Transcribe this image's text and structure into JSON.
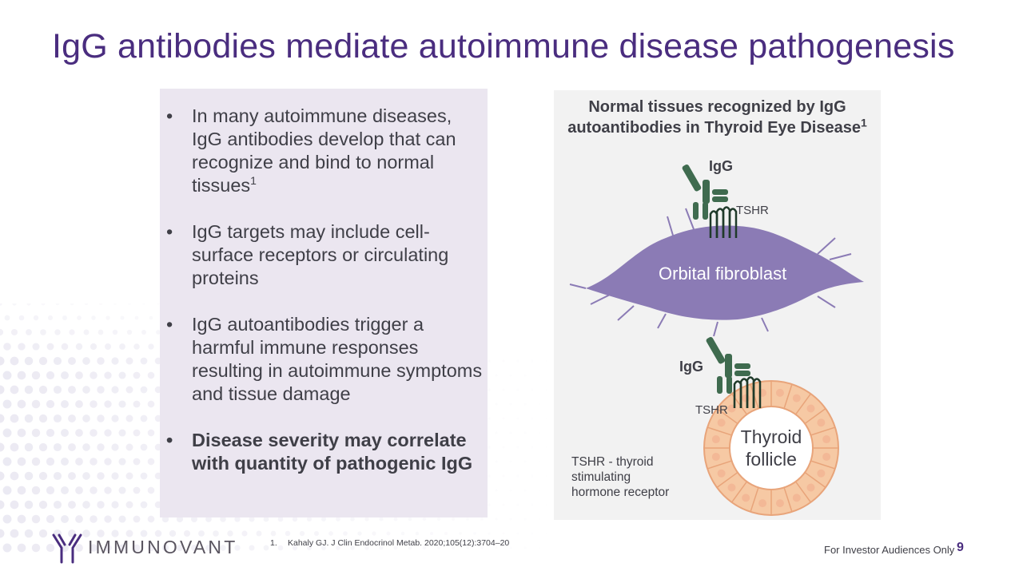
{
  "slide": {
    "title": "IgG antibodies mediate autoimmune disease pathogenesis",
    "page_number": "9",
    "footer_note": "For Investor Audiences Only"
  },
  "bullets": [
    {
      "text": "In many autoimmune diseases, IgG antibodies develop that can recognize and bind to normal tissues",
      "sup": "1",
      "bold": false
    },
    {
      "text": "IgG targets may include cell-surface receptors or circulating proteins",
      "sup": "",
      "bold": false
    },
    {
      "text": "IgG autoantibodies trigger a harmful immune responses resulting in autoimmune symptoms and tissue damage",
      "sup": "",
      "bold": false
    },
    {
      "text": "Disease severity may correlate with quantity of pathogenic IgG",
      "sup": "",
      "bold": true
    }
  ],
  "bullet_glyph": "•",
  "figure": {
    "title_line1": "Normal tissues recognized by IgG",
    "title_line2": "autoantibodies in Thyroid Eye Disease",
    "title_sup": "1",
    "igg_label_top": "IgG",
    "tshr_label_top": "TSHR",
    "fibroblast_label": "Orbital fibroblast",
    "igg_label_bottom": "IgG",
    "tshr_label_bottom": "TSHR",
    "follicle_line1": "Thyroid",
    "follicle_line2": "follicle",
    "note_line1": "TSHR - thyroid",
    "note_line2": "stimulating",
    "note_line3": "hormone receptor"
  },
  "footnote": {
    "number": "1.",
    "text": "Kahaly GJ. J Clin Endocrinol Metab. 2020;105(12):3704–20"
  },
  "logo": {
    "text": "IMMUNOVANT",
    "icon": "antibody-y-icon"
  },
  "colors": {
    "title_purple": "#4a2d7f",
    "panel_lavender": "#ebe6f0",
    "figure_gray": "#f2f2f2",
    "fibroblast_purple": "#8b7bb5",
    "antibody_green": "#3f6b4f",
    "follicle_peach": "#f6c9a4"
  }
}
